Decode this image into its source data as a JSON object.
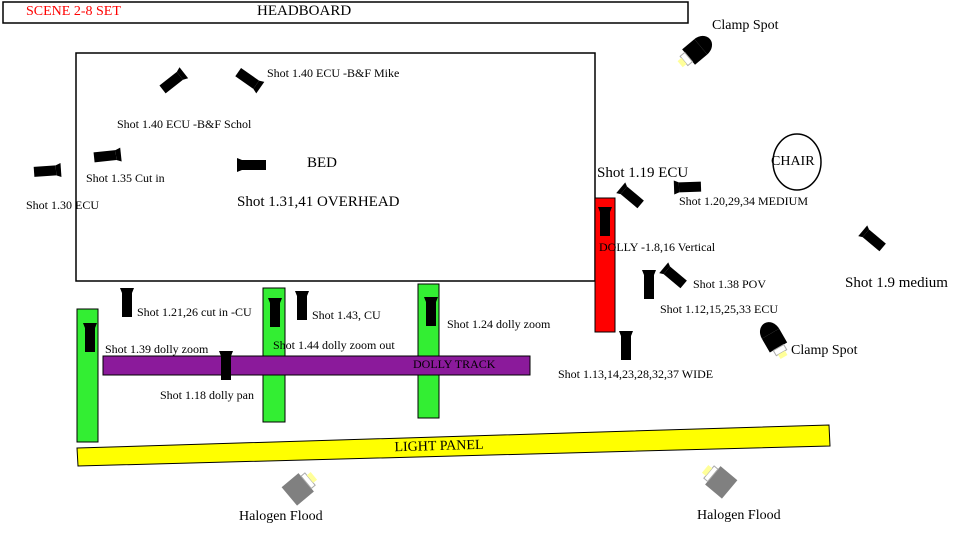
{
  "header": {
    "scene_label": "SCENE 2-8 SET",
    "headboard_label": "HEADBOARD"
  },
  "set": {
    "bed_label": "BED",
    "chair_label": "CHAIR",
    "dolly_track_label": "DOLLY TRACK",
    "light_panel_label": "LIGHT PANEL",
    "dolly_vertical_label": "DOLLY -1.8,16 Vertical"
  },
  "shots": {
    "s140_mike": "Shot 1.40 ECU -B&F Mike",
    "s140_schol": "Shot 1.40 ECU -B&F Schol",
    "s135": "Shot 1.35 Cut in",
    "s130": "Shot 1.30 ECU",
    "s13141": "Shot 1.31,41 OVERHEAD",
    "s119": "Shot 1.19 ECU",
    "s120": "Shot 1.20,29,34 MEDIUM",
    "s19": "Shot 1.9 medium",
    "s138": "Shot 1.38 POV",
    "s112": "Shot 1.12,15,25,33 ECU",
    "s113": "Shot 1.13,14,23,28,32,37 WIDE",
    "s121": "Shot 1.21,26 cut in -CU",
    "s143": "Shot 1.43, CU",
    "s124": "Shot 1.24 dolly zoom",
    "s139": "Shot 1.39 dolly zoom",
    "s144": "Shot 1.44 dolly zoom out",
    "s118": "Shot 1.18 dolly pan"
  },
  "lights": {
    "clamp_top": "Clamp Spot",
    "clamp_right": "Clamp Spot",
    "halogen_left": "Halogen Flood",
    "halogen_right": "Halogen Flood"
  },
  "colors": {
    "scene_label": "#ff0000",
    "dolly_vertical": "#ff0000",
    "dolly_track": "#8b1a9b",
    "risers": "#33ee33",
    "light_panel": "#ffff00",
    "halogen_body": "#808080",
    "camera_body": "#000000"
  }
}
